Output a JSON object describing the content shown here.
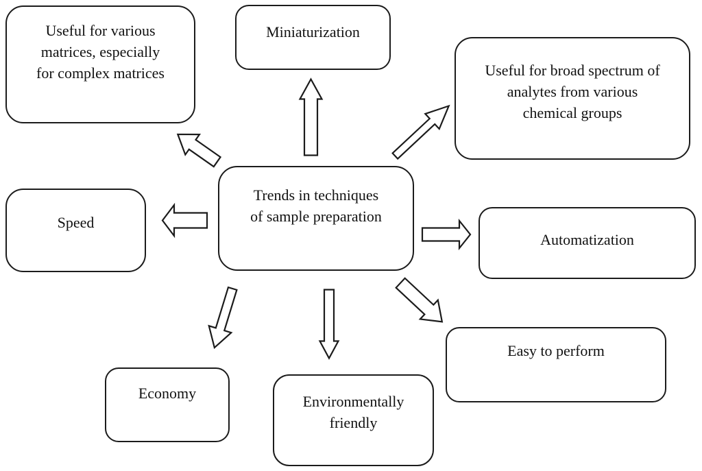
{
  "diagram": {
    "title": "Trends in techniques of sample preparation — mind map",
    "colors": {
      "background": "#ffffff",
      "box_border": "#1b1b1b",
      "text": "#111111",
      "arrow_fill": "#ffffff",
      "arrow_stroke": "#1b1b1b"
    },
    "center": {
      "id": "center",
      "label": "Trends in techniques\nof sample preparation"
    },
    "nodes": [
      {
        "id": "useful-matrices",
        "position": "top-left",
        "label": "Useful for various\nmatrices, especially\nfor complex matrices"
      },
      {
        "id": "miniaturization",
        "position": "top",
        "label": "Miniaturization"
      },
      {
        "id": "useful-analytes",
        "position": "top-right",
        "label": "Useful for broad spectrum of\nanalytes from various\nchemical groups"
      },
      {
        "id": "speed",
        "position": "left",
        "label": "Speed"
      },
      {
        "id": "automatization",
        "position": "right",
        "label": "Automatization"
      },
      {
        "id": "economy",
        "position": "bottom-left",
        "label": "Economy"
      },
      {
        "id": "environmentally-friendly",
        "position": "bottom",
        "label": "Environmentally\nfriendly"
      },
      {
        "id": "easy-to-perform",
        "position": "bottom-right",
        "label": "Easy to perform"
      }
    ],
    "edges": [
      {
        "from": "center",
        "to": "useful-matrices",
        "direction": "up-left",
        "style": "hollow-block-arrow"
      },
      {
        "from": "center",
        "to": "miniaturization",
        "direction": "up",
        "style": "hollow-block-arrow"
      },
      {
        "from": "center",
        "to": "useful-analytes",
        "direction": "up-right",
        "style": "hollow-block-arrow"
      },
      {
        "from": "center",
        "to": "speed",
        "direction": "left",
        "style": "hollow-block-arrow"
      },
      {
        "from": "center",
        "to": "automatization",
        "direction": "right",
        "style": "hollow-block-arrow"
      },
      {
        "from": "center",
        "to": "economy",
        "direction": "down-left",
        "style": "hollow-block-arrow"
      },
      {
        "from": "center",
        "to": "environmentally-friendly",
        "direction": "down",
        "style": "hollow-block-arrow"
      },
      {
        "from": "center",
        "to": "easy-to-perform",
        "direction": "down-right",
        "style": "hollow-block-arrow"
      }
    ]
  }
}
